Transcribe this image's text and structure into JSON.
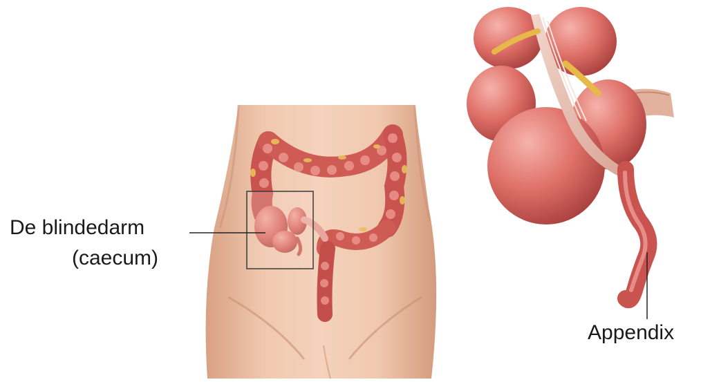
{
  "labels": {
    "caecum_line1": "De blindedarm",
    "caecum_line2": "(caecum)",
    "appendix": "Appendix"
  },
  "colors": {
    "skin": "#efc6ad",
    "skin_shadow": "#d9a287",
    "colon": "#dd6d66",
    "colon_dark": "#b84a47",
    "colon_light": "#f1a09a",
    "fat": "#e8c45a",
    "mesentery": "#e9c1b5",
    "leader": "#222222"
  }
}
